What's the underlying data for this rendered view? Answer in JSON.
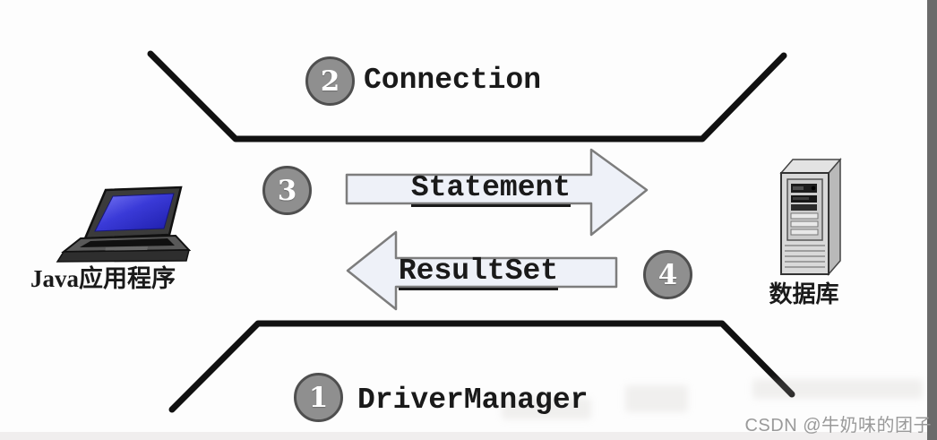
{
  "steps": [
    {
      "number": "1",
      "label": "DriverManager"
    },
    {
      "number": "2",
      "label": "Connection"
    },
    {
      "number": "3",
      "label": "Statement"
    },
    {
      "number": "4",
      "label": "ResultSet"
    }
  ],
  "client": {
    "label": "Java应用程序",
    "icon": "laptop-icon"
  },
  "database": {
    "label": "数据库",
    "icon": "server-icon"
  },
  "watermark": "CSDN @牛奶味的团子",
  "colors": {
    "background": "#fdfdfd",
    "line_color": "#111111",
    "circle_fill": "#8f8f8f",
    "circle_border": "#4f4f4f",
    "circle_number": "#ffffff",
    "arrow_fill": "#eef1f8",
    "arrow_border": "#7d7d7d",
    "text_color": "#1a1a1a",
    "watermark_color": "#9a9a9a",
    "right_bar": "#6b6b6b",
    "bottom_strip": "#f0eeee",
    "laptop_screen": "#3333cc"
  }
}
